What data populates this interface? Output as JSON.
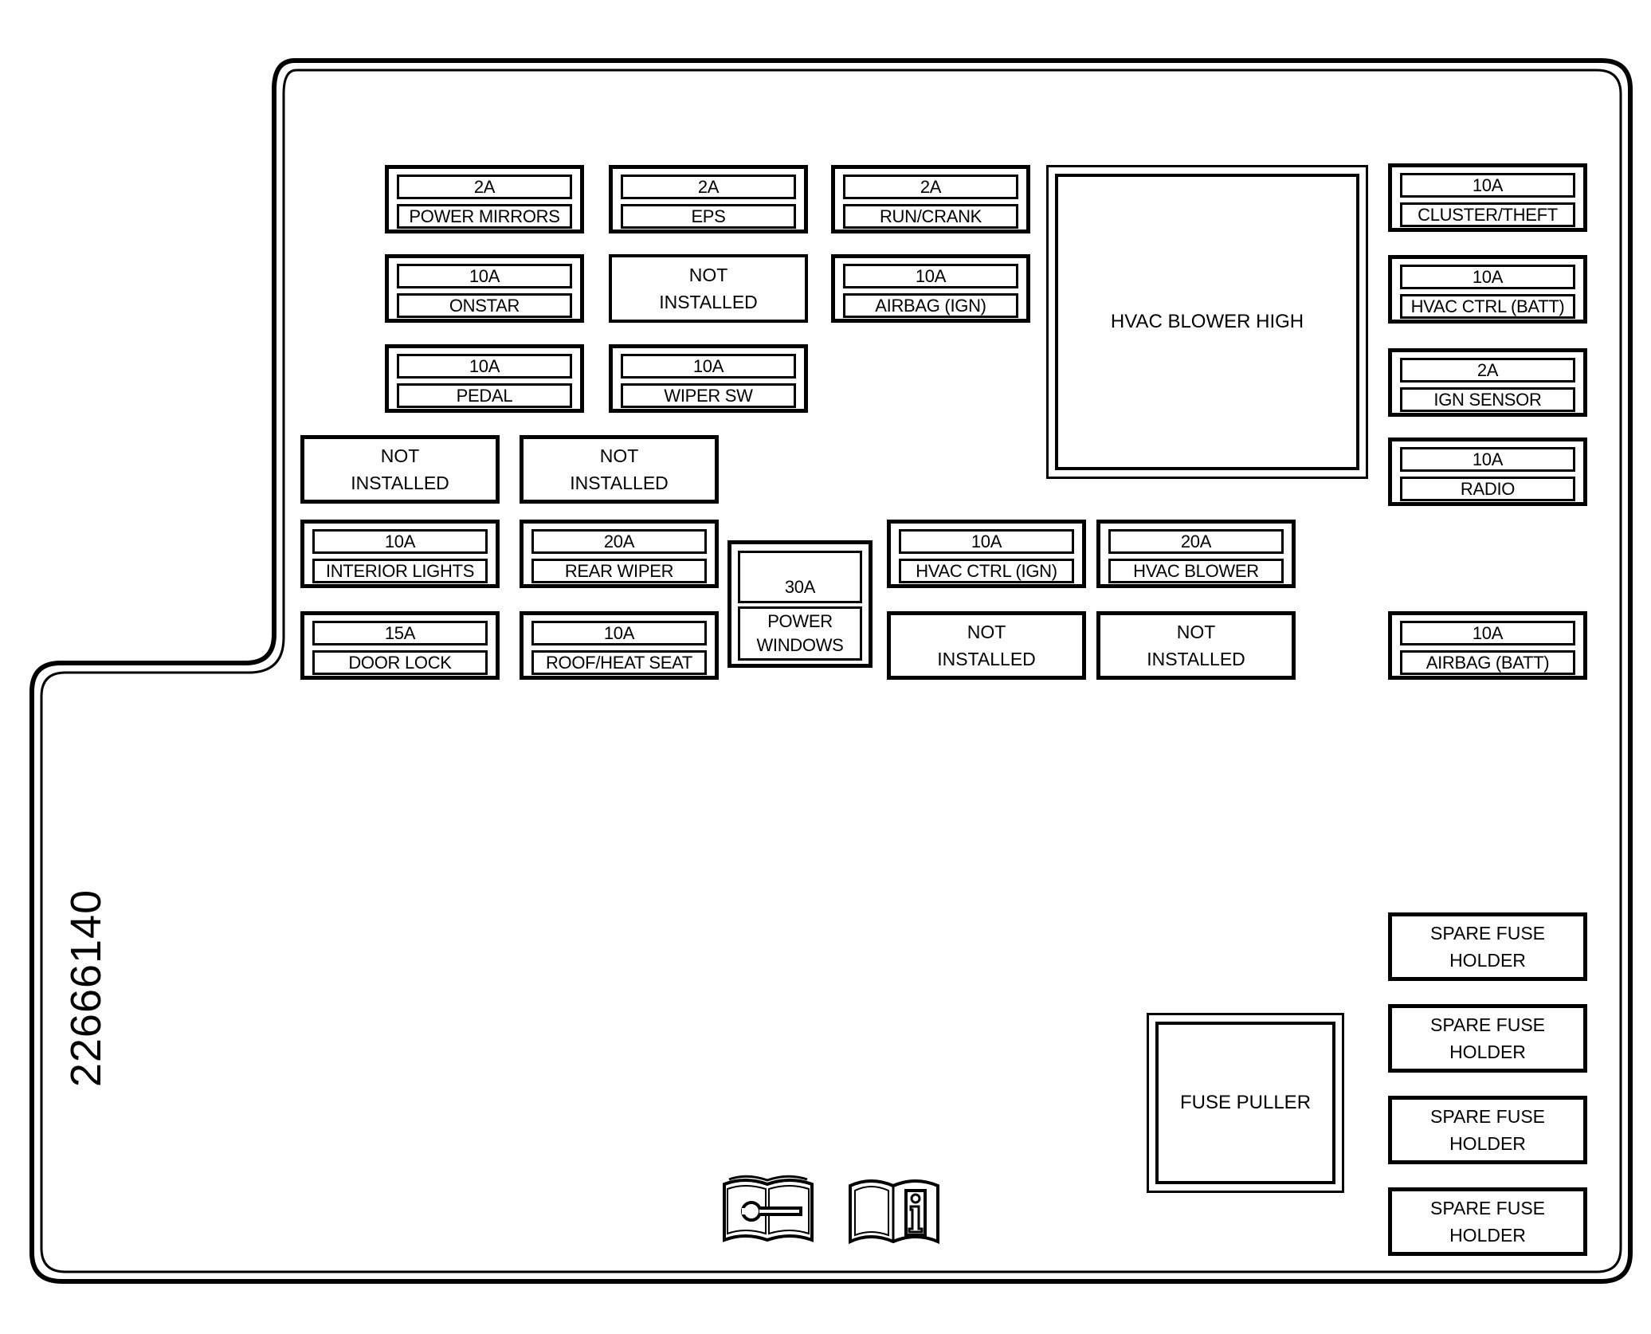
{
  "part_number": "22666140",
  "fuses": [
    {
      "id": "power-mirrors",
      "amp": "2A",
      "name": "POWER MIRRORS"
    },
    {
      "id": "eps",
      "amp": "2A",
      "name": "EPS"
    },
    {
      "id": "run-crank",
      "amp": "2A",
      "name": "RUN/CRANK"
    },
    {
      "id": "cluster-theft",
      "amp": "10A",
      "name": "CLUSTER/THEFT"
    },
    {
      "id": "onstar",
      "amp": "10A",
      "name": "ONSTAR"
    },
    {
      "id": "airbag-ign",
      "amp": "10A",
      "name": "AIRBAG (IGN)"
    },
    {
      "id": "hvac-ctrl-batt",
      "amp": "10A",
      "name": "HVAC CTRL (BATT)"
    },
    {
      "id": "pedal",
      "amp": "10A",
      "name": "PEDAL"
    },
    {
      "id": "wiper-sw",
      "amp": "10A",
      "name": "WIPER SW"
    },
    {
      "id": "ign-sensor",
      "amp": "2A",
      "name": "IGN SENSOR"
    },
    {
      "id": "radio",
      "amp": "10A",
      "name": "RADIO"
    },
    {
      "id": "interior-lights",
      "amp": "10A",
      "name": "INTERIOR LIGHTS"
    },
    {
      "id": "rear-wiper",
      "amp": "20A",
      "name": "REAR WIPER"
    },
    {
      "id": "hvac-ctrl-ign",
      "amp": "10A",
      "name": "HVAC CTRL (IGN)"
    },
    {
      "id": "hvac-blower",
      "amp": "20A",
      "name": "HVAC BLOWER"
    },
    {
      "id": "door-lock",
      "amp": "15A",
      "name": "DOOR LOCK"
    },
    {
      "id": "roof-heat-seat",
      "amp": "10A",
      "name": "ROOF/HEAT SEAT"
    },
    {
      "id": "airbag-batt",
      "amp": "10A",
      "name": "AIRBAG (BATT)"
    }
  ],
  "power_windows": {
    "amp": "30A",
    "line1": "POWER",
    "line2": "WINDOWS"
  },
  "not_installed": {
    "line1": "NOT",
    "line2": "INSTALLED"
  },
  "spare_fuse_holder": {
    "line1": "SPARE FUSE",
    "line2": "HOLDER"
  },
  "hvac_blower_high": "HVAC BLOWER HIGH",
  "fuse_puller": "FUSE PULLER"
}
